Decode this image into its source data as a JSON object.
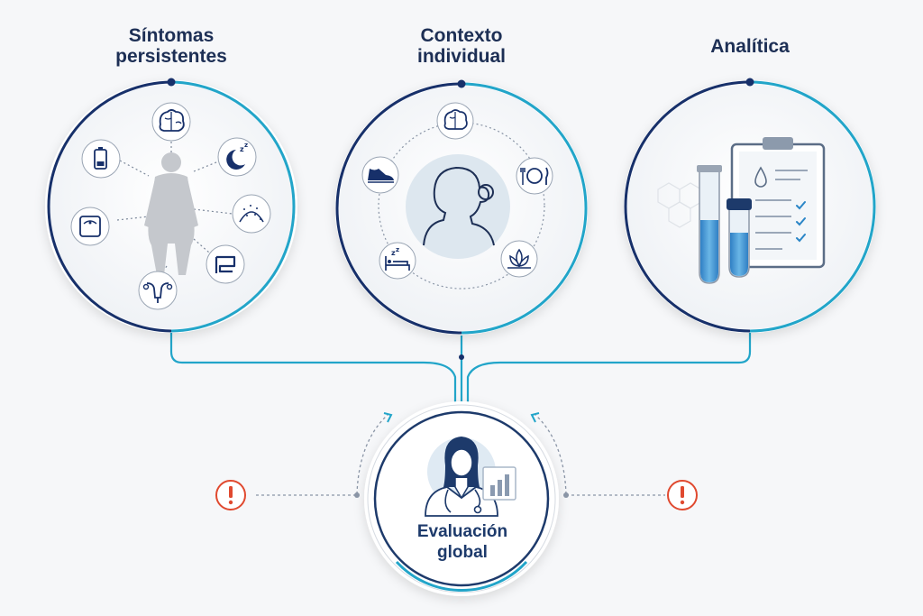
{
  "titles": {
    "symptoms": "Síntomas\npersistentes",
    "context": "Contexto\nindividual",
    "analytics": "Analítica"
  },
  "center": {
    "label": "Evaluación\nglobal"
  },
  "icons": {
    "symptoms": [
      "brain-icon",
      "sleep-moon-icon",
      "skin-icon",
      "intestine-icon",
      "uterus-icon",
      "scale-icon",
      "battery-icon",
      "body-silhouette-icon"
    ],
    "context": [
      "brain-icon",
      "fork-plate-knife-icon",
      "lotus-icon",
      "bed-sleep-icon",
      "sneaker-icon",
      "woman-profile-icon"
    ],
    "analytics": [
      "clipboard-checklist-icon",
      "test-tube-icon",
      "drop-icon"
    ],
    "center": [
      "doctor-icon",
      "stethoscope-icon",
      "bar-chart-icon"
    ],
    "alerts": [
      "warning-icon",
      "warning-icon"
    ]
  },
  "colors": {
    "navy": "#17306a",
    "teal": "#22a5c9",
    "alert": "#e0492f",
    "liquid": "#4f98d4"
  }
}
